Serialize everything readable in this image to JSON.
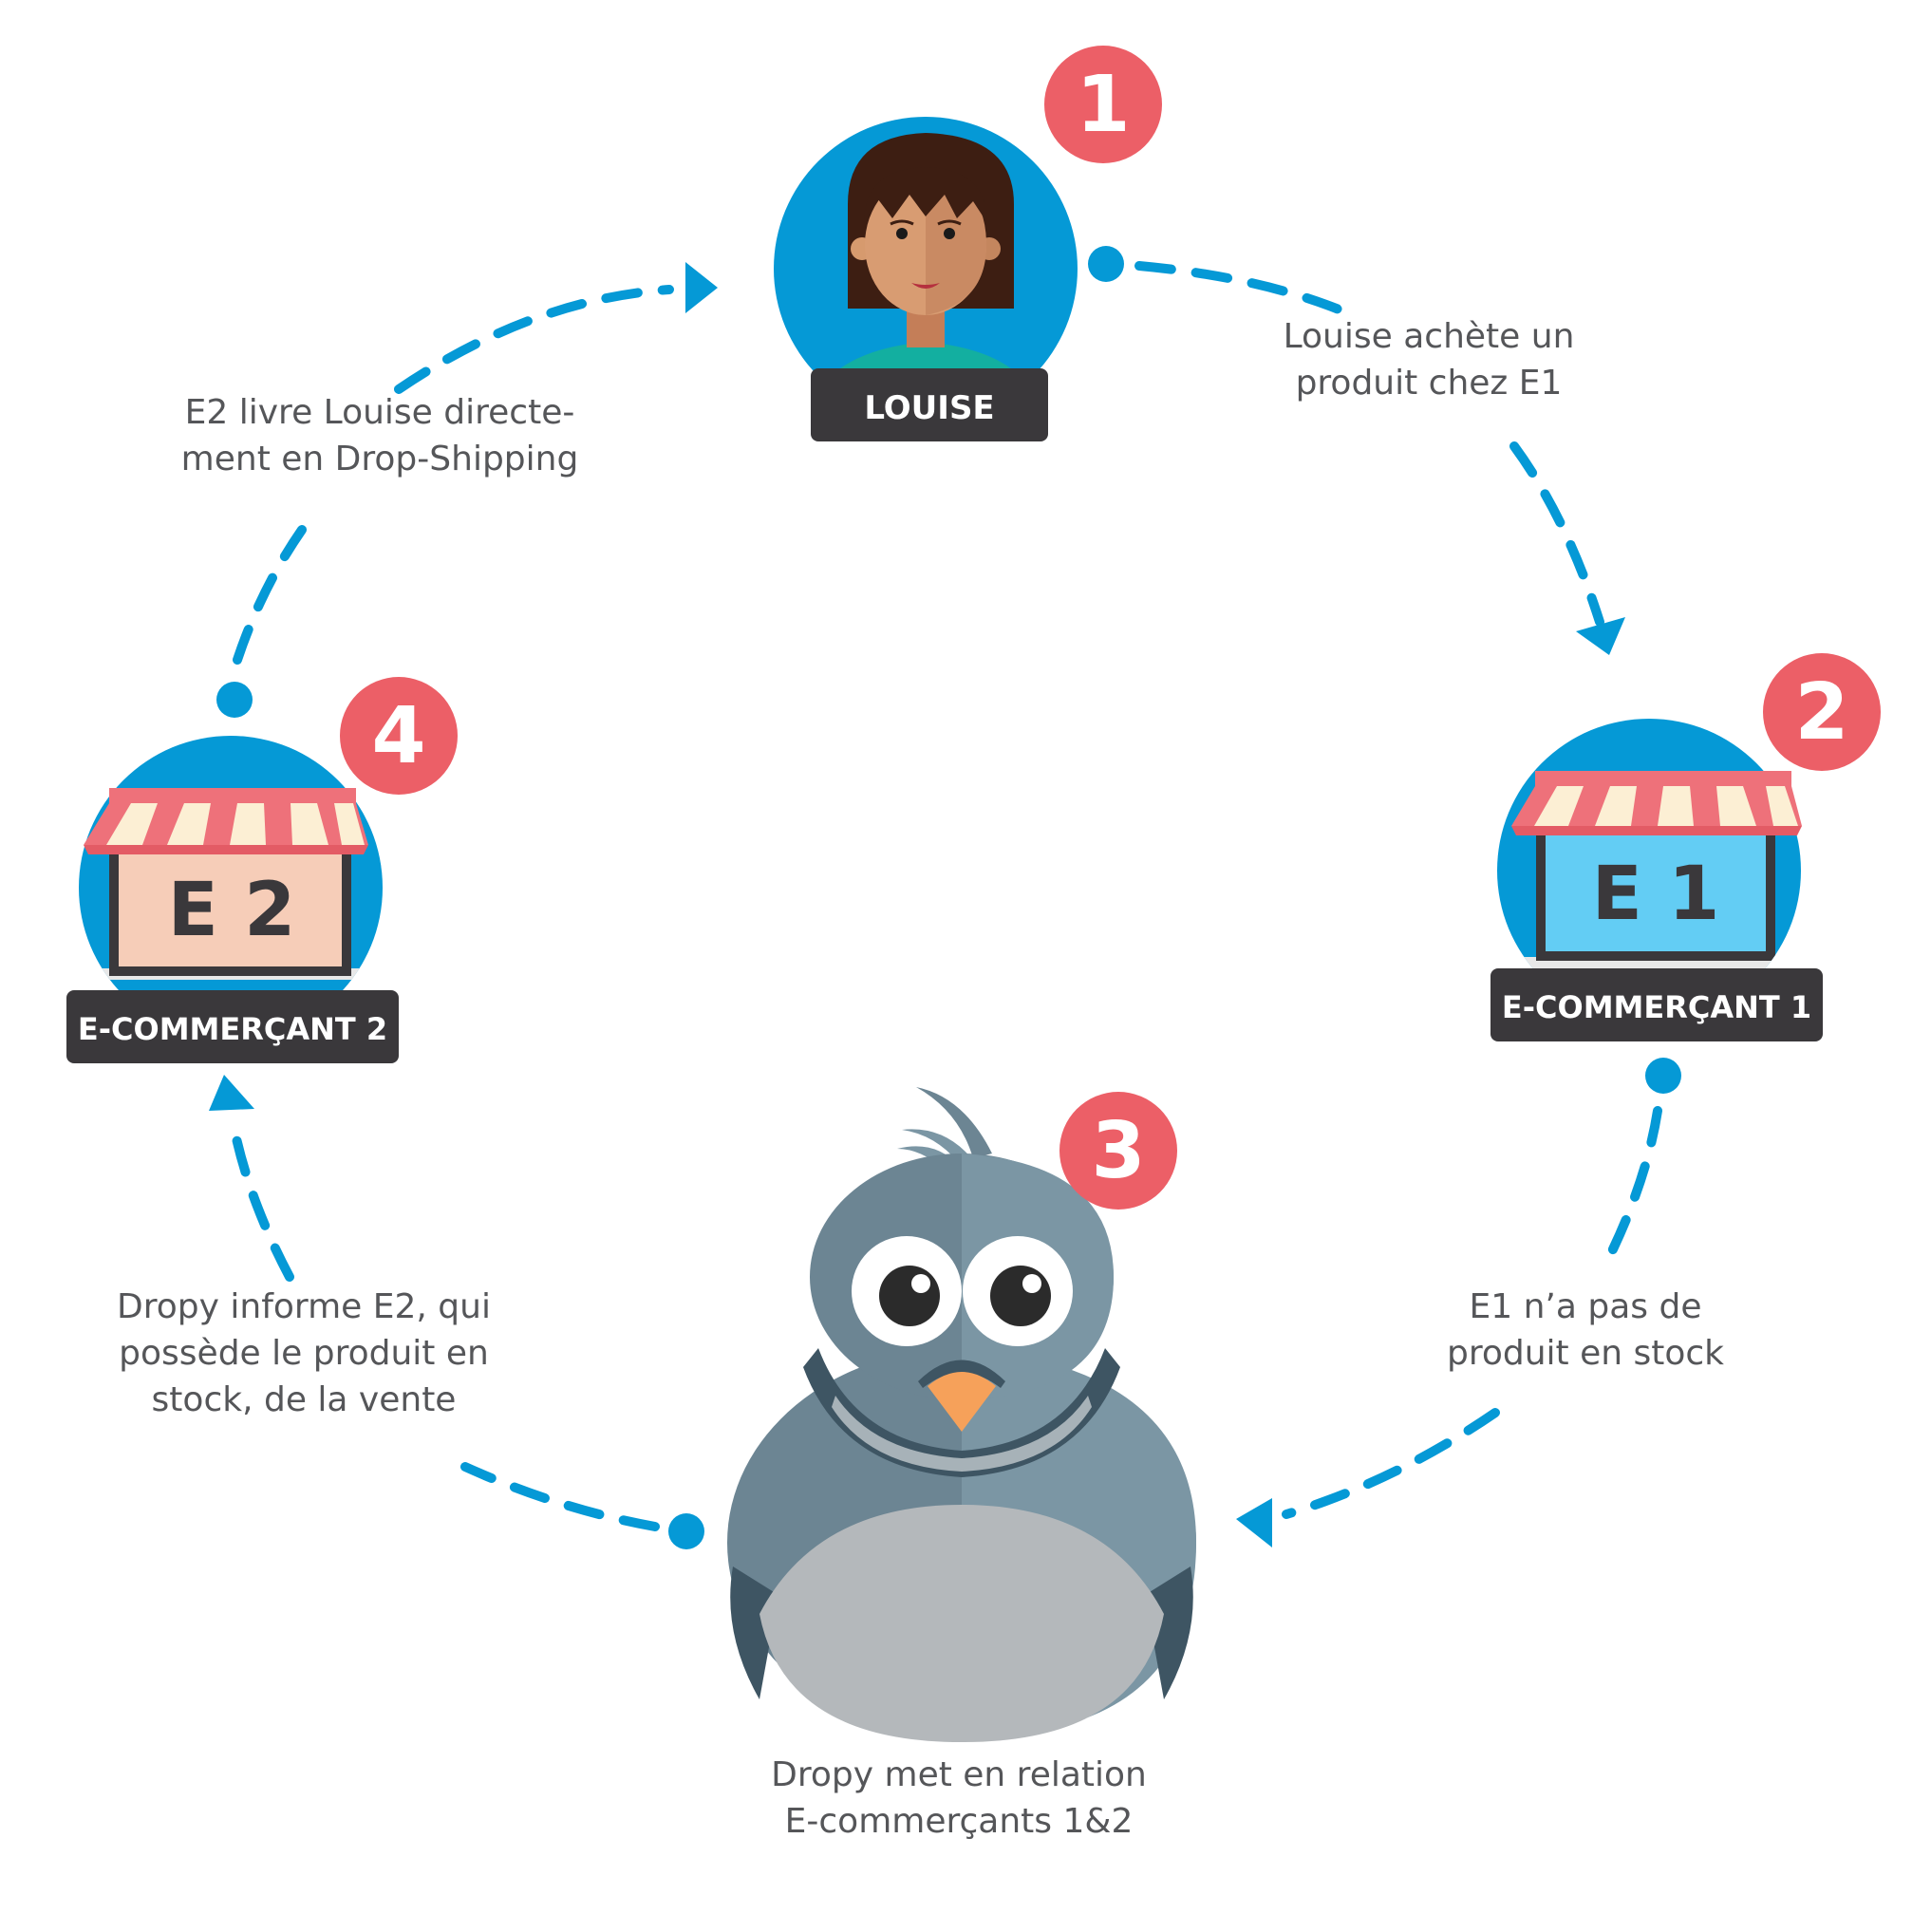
{
  "colors": {
    "accent_blue": "#0599d6",
    "badge_red": "#ec5f67",
    "label_dark": "#3a383b",
    "caption_gray": "#555659",
    "e1_screen": "#63cdf4",
    "e2_screen": "#f6cdb8",
    "awning_red": "#ee717a",
    "awning_cream": "#fcefd4"
  },
  "nodes": [
    {
      "id": "louise",
      "step": "1",
      "label": "LOUISE",
      "icon": "woman-avatar-icon"
    },
    {
      "id": "e1",
      "step": "2",
      "label": "E-COMMERÇANT 1",
      "screen_text": "E 1",
      "icon": "shop-icon"
    },
    {
      "id": "dropy",
      "step": "3",
      "label": "",
      "icon": "pigeon-mascot-icon"
    },
    {
      "id": "e2",
      "step": "4",
      "label": "E-COMMERÇANT 2",
      "screen_text": "E 2",
      "icon": "shop-icon"
    }
  ],
  "captions": {
    "louise_to_e1": "Louise achète un\nproduit chez E1",
    "e1_to_dropy": "E1 n’a pas de\nproduit en stock",
    "dropy": "Dropy met en relation\nE-commerçants 1&2",
    "dropy_to_e2": "Dropy informe E2, qui\npossède le produit en\nstock, de la vente",
    "e2_to_louise": "E2 livre Louise directe-\nment en Drop-Shipping"
  }
}
